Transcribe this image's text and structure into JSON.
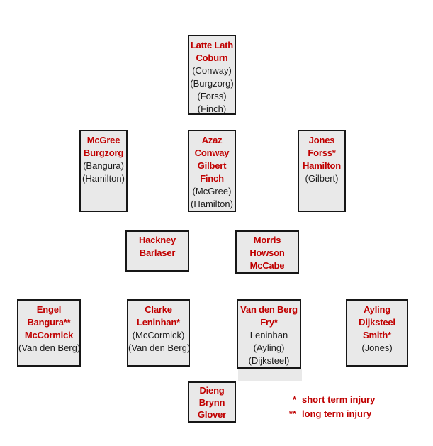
{
  "colors": {
    "red": "#c00000",
    "ink": "#1c1c1c",
    "box_fill": "#e9e9e9",
    "box_border": "#161616",
    "shadow": "#e9e9e9"
  },
  "boxes": {
    "striker": {
      "lines": [
        "Latte Lath",
        "Coburn",
        "(Conway)",
        "(Burgzorg)",
        "(Forss)",
        "(Finch)"
      ]
    },
    "left_wing": {
      "lines": [
        "McGree",
        "Burgzorg",
        "(Bangura)",
        "(Hamilton)"
      ]
    },
    "attacking_mid": {
      "lines": [
        "Azaz",
        "Conway",
        "Gilbert",
        "Finch",
        "(McGree)",
        "(Hamilton)"
      ]
    },
    "right_wing": {
      "lines": [
        "Jones",
        "Forss*",
        "Hamilton",
        "(Gilbert)"
      ]
    },
    "mid_left": {
      "lines": [
        "Hackney",
        "Barlaser"
      ]
    },
    "mid_right": {
      "lines": [
        "Morris",
        "Howson",
        "McCabe"
      ]
    },
    "left_back": {
      "lines": [
        "Engel",
        "Bangura**",
        "McCormick",
        "(Van den Berg)"
      ]
    },
    "cb_left": {
      "lines": [
        "Clarke",
        "Leninhan*",
        "(McCormick)",
        "(Van den Berg)"
      ]
    },
    "cb_right": {
      "lines": [
        "Van den Berg",
        "Fry*",
        "Leninhan",
        "(Ayling)",
        "(Dijksteel)"
      ]
    },
    "right_back": {
      "lines": [
        "Ayling",
        "Dijksteel",
        "Smith*",
        "(Jones)"
      ]
    },
    "goalkeeper": {
      "lines": [
        "Dieng",
        "Brynn",
        "Glover"
      ]
    }
  },
  "legend": {
    "items": [
      {
        "marker": "*",
        "text": "short term injury"
      },
      {
        "marker": "**",
        "text": "long term injury"
      }
    ]
  }
}
